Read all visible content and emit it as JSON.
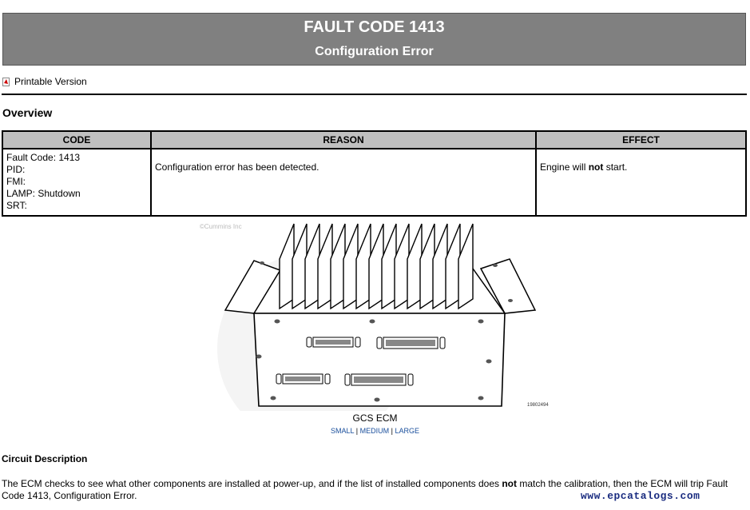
{
  "header": {
    "title": "FAULT CODE 1413",
    "subtitle": "Configuration Error"
  },
  "printable_link": "Printable Version",
  "overview_heading": "Overview",
  "table": {
    "headers": [
      "CODE",
      "REASON",
      "EFFECT"
    ],
    "code_lines": [
      "Fault Code:  1413",
      "PID:",
      "FMI:",
      "LAMP:  Shutdown",
      "SRT:"
    ],
    "reason": "Configuration error has been detected.",
    "effect_pre": "Engine will ",
    "effect_bold": "not",
    "effect_post": " start."
  },
  "figure": {
    "copyright": "©Cummins Inc",
    "part_number": "19802494",
    "caption": "GCS ECM",
    "size_links": [
      "SMALL",
      "MEDIUM",
      "LARGE"
    ],
    "separator": "|"
  },
  "circuit": {
    "heading": "Circuit Description",
    "text_pre": "The ECM checks to see what other components are installed at power-up, and if the list of installed components does ",
    "text_bold": "not",
    "text_post": " match the calibration, then the ECM will trip Fault Code 1413, Configuration Error."
  },
  "watermark": "www.epcatalogs.com",
  "colors": {
    "header_bg": "#808080",
    "table_header_bg": "#c0c0c0",
    "link": "#1a4f9c",
    "watermark": "#1a2c80"
  }
}
